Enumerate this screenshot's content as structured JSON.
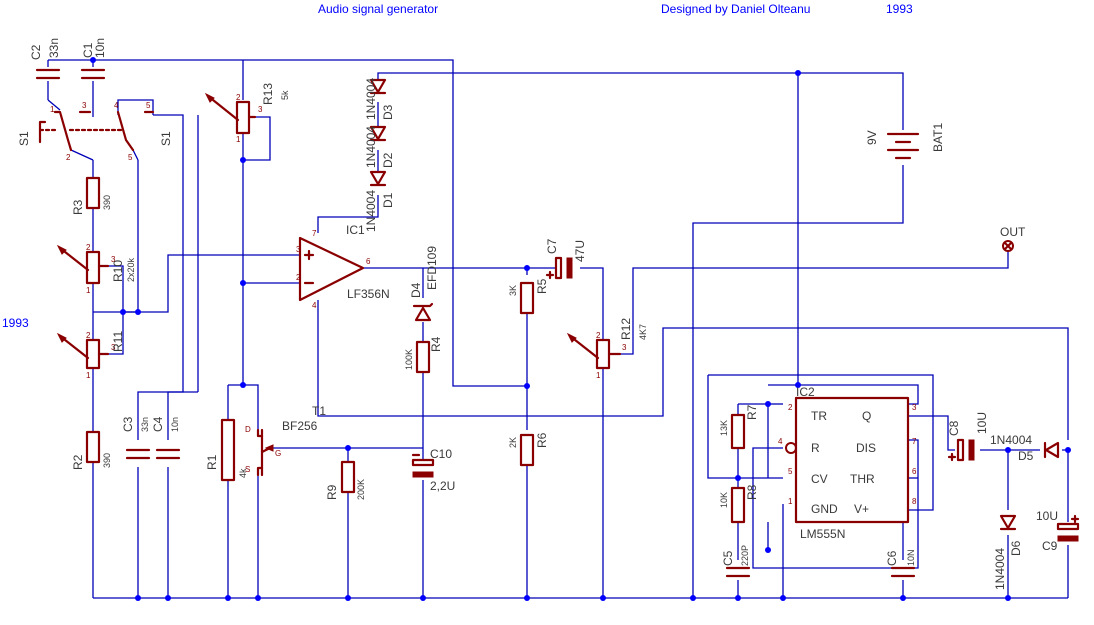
{
  "header": {
    "title": "Audio signal generator",
    "designer": "Designed by Daniel Olteanu",
    "year": "1993"
  },
  "side_year": "1993",
  "output_label": "OUT",
  "components": {
    "C2": {
      "ref": "C2",
      "val": "33n"
    },
    "C1": {
      "ref": "C1",
      "val": "10n"
    },
    "S1a": {
      "ref": "S1"
    },
    "S1b": {
      "ref": "S1"
    },
    "R3": {
      "ref": "R3",
      "val": "390"
    },
    "R10": {
      "ref": "R10",
      "val": "2x20k"
    },
    "R11": {
      "ref": "R11"
    },
    "R2": {
      "ref": "R2",
      "val": "390"
    },
    "C3": {
      "ref": "C3",
      "val": "33n"
    },
    "C4": {
      "ref": "C4",
      "val": "10n"
    },
    "R13": {
      "ref": "R13",
      "val": "5k"
    },
    "R1": {
      "ref": "R1",
      "val": "4k"
    },
    "T1": {
      "ref": "T1",
      "val": "BF256"
    },
    "R9": {
      "ref": "R9",
      "val": "200K"
    },
    "D3": {
      "ref": "D3",
      "val": "1N4004"
    },
    "D2": {
      "ref": "D2",
      "val": "1N4004"
    },
    "D1": {
      "ref": "D1",
      "val": "1N4004"
    },
    "IC1": {
      "ref": "IC1",
      "val": "LF356N"
    },
    "D4": {
      "ref": "D4",
      "val": "EFD109"
    },
    "R4": {
      "ref": "R4",
      "val": "100K"
    },
    "C10": {
      "ref": "C10",
      "val": "2,2U"
    },
    "R5": {
      "ref": "R5",
      "val": "3K"
    },
    "R6": {
      "ref": "R6",
      "val": "2K"
    },
    "C7": {
      "ref": "C7",
      "val": "47U"
    },
    "R12": {
      "ref": "R12",
      "val": "4K7"
    },
    "BAT1": {
      "ref": "BAT1",
      "val": "9V"
    },
    "IC2": {
      "ref": "IC2",
      "val": "LM555N"
    },
    "R7": {
      "ref": "R7",
      "val": "13K"
    },
    "R8": {
      "ref": "R8",
      "val": "10K"
    },
    "C5": {
      "ref": "C5",
      "val": "220P"
    },
    "C6": {
      "ref": "C6",
      "val": "10N"
    },
    "C8": {
      "ref": "C8",
      "val": "10U"
    },
    "D5": {
      "ref": "D5",
      "val": "1N4004"
    },
    "D6": {
      "ref": "D6",
      "val": "1N4004"
    },
    "C9": {
      "ref": "C9",
      "val": "10U"
    }
  },
  "ic2_pins": {
    "tr": "TR",
    "q": "Q",
    "r": "R",
    "dis": "DIS",
    "cv": "CV",
    "thr": "THR",
    "gnd": "GND",
    "vcc": "V+"
  },
  "colors": {
    "wire": "#0000b8",
    "part": "#8a0000",
    "junction": "#0000ff",
    "text": "#3a3a3a"
  }
}
